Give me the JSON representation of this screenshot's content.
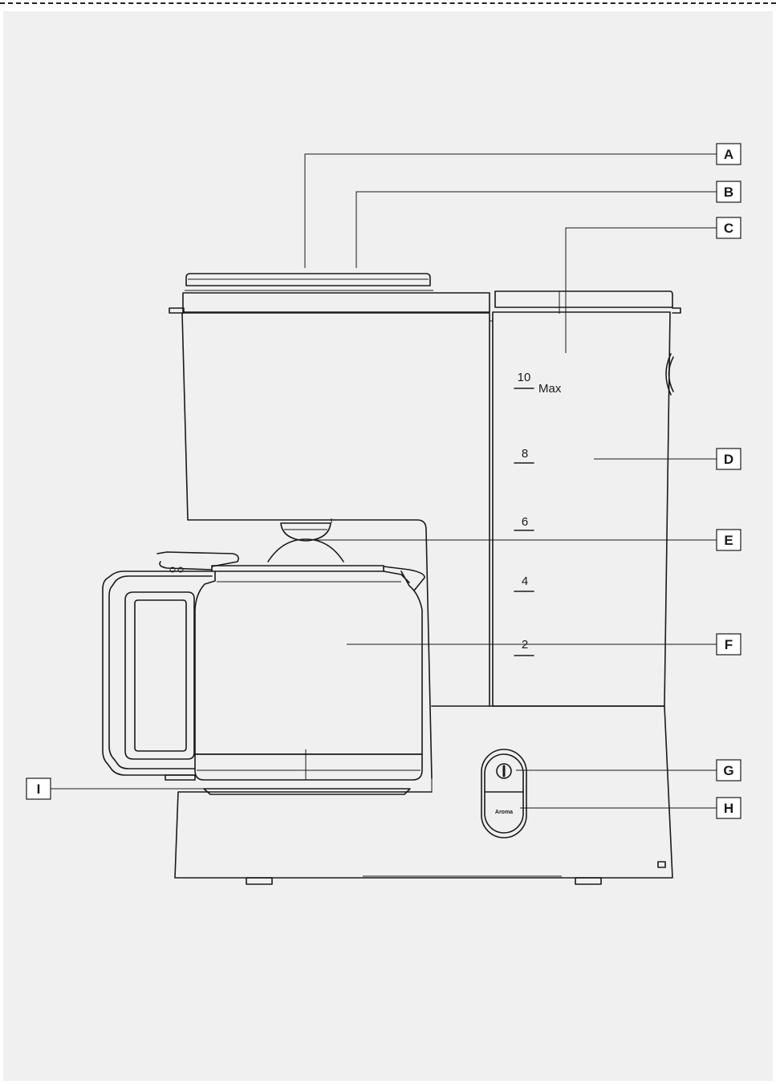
{
  "labels": [
    {
      "id": "A",
      "text": "A"
    },
    {
      "id": "B",
      "text": "B"
    },
    {
      "id": "C",
      "text": "C"
    },
    {
      "id": "D",
      "text": "D"
    },
    {
      "id": "E",
      "text": "E"
    },
    {
      "id": "F",
      "text": "F"
    },
    {
      "id": "G",
      "text": "G"
    },
    {
      "id": "H",
      "text": "H"
    },
    {
      "id": "I",
      "text": "I"
    }
  ],
  "water_scale": {
    "marks": [
      "10",
      "8",
      "6",
      "4",
      "2"
    ],
    "max_label": "Max"
  },
  "aroma_button_text": "Aroma",
  "power_icon": "power-icon",
  "colors": {
    "panel": "#f0f0f0",
    "line": "#1a1a1a"
  }
}
